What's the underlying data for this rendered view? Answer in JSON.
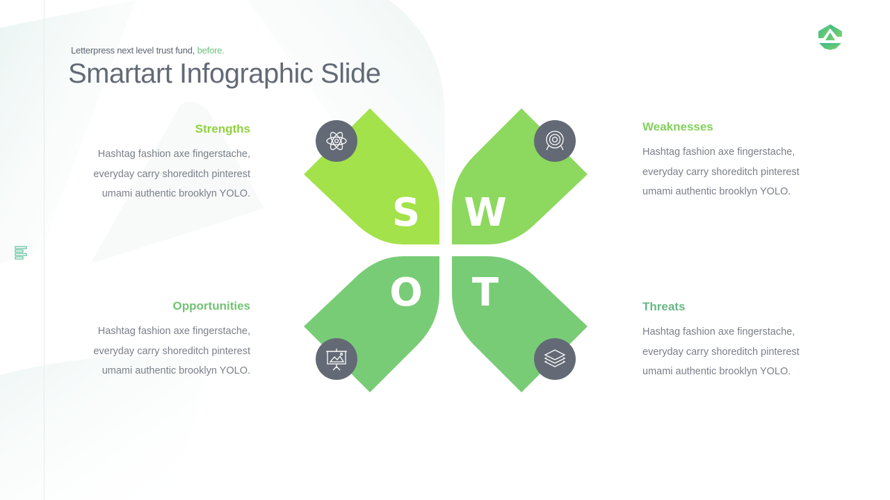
{
  "slide": {
    "subtitle_prefix": "Letterpress next level trust fund, ",
    "subtitle_accent": "before.",
    "title": "Smartart Infographic Slide"
  },
  "colors": {
    "strengths": "#a3e24a",
    "weaknesses": "#8dd85e",
    "opportunities": "#78cc76",
    "threats": "#78cc76",
    "icon_circle": "#636a76",
    "accent": "#6cc07a"
  },
  "swot": [
    {
      "key": "strengths",
      "letter": "S",
      "heading": "Strengths",
      "heading_color": "#8fd23f",
      "icon": "atom-icon",
      "lines": [
        "Hashtag fashion axe fingerstache,",
        "everyday carry shoreditch pinterest",
        "umami authentic brooklyn YOLO."
      ]
    },
    {
      "key": "weaknesses",
      "letter": "W",
      "heading": "Weaknesses",
      "heading_color": "#82d05c",
      "icon": "target-icon",
      "lines": [
        "Hashtag fashion axe fingerstache,",
        "everyday carry shoreditch pinterest",
        "umami authentic brooklyn YOLO."
      ]
    },
    {
      "key": "opportunities",
      "letter": "O",
      "heading": "Opportunities",
      "heading_color": "#72c473",
      "icon": "presentation-icon",
      "lines": [
        "Hashtag fashion axe fingerstache,",
        "everyday carry shoreditch pinterest",
        "umami authentic brooklyn YOLO."
      ]
    },
    {
      "key": "threats",
      "letter": "T",
      "heading": "Threats",
      "heading_color": "#66b884",
      "icon": "layers-icon",
      "lines": [
        "Hashtag fashion axe fingerstache,",
        "everyday carry shoreditch pinterest",
        "umami authentic brooklyn YOLO."
      ]
    }
  ]
}
